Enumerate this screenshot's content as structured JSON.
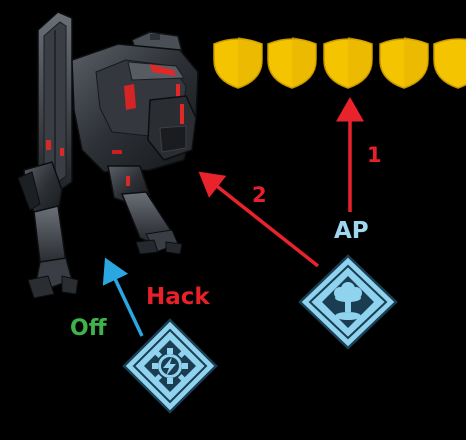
{
  "labels": {
    "ap": "AP",
    "hack": "Hack",
    "off": "Off",
    "step_1": "1",
    "step_2": "2"
  },
  "shields": {
    "count_visible": 5,
    "color": "#f5c400",
    "edge_color": "#c99a00"
  },
  "colors": {
    "background": "#000000",
    "arrow_red": "#e8232b",
    "arrow_blue": "#2aa7e0",
    "ability_icon_fill": "#8fd3ee",
    "ability_icon_dark": "#1b3d52",
    "ap_text": "#9fd7f0",
    "hack_text": "#e8202a",
    "off_text": "#3fb24a"
  },
  "icons": {
    "ap_ability": "explosion-mushroom-cloud-icon",
    "off_ability": "lightning-gear-icon",
    "shield": "shield-icon",
    "mech": "mech-robot"
  }
}
